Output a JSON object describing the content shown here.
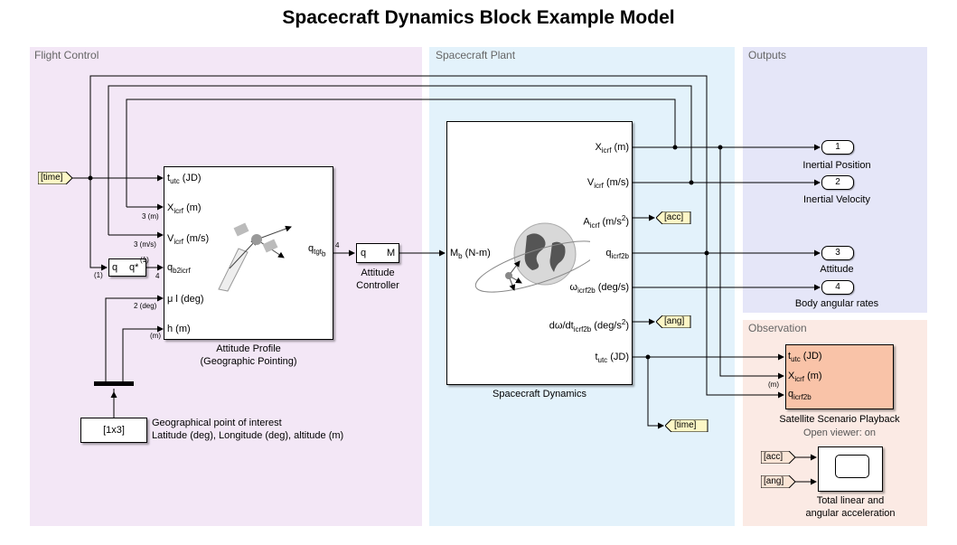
{
  "title": "Spacecraft Dynamics Block Example Model",
  "areas": {
    "flight_control": {
      "label": "Flight Control",
      "color": "#f3e7f6"
    },
    "plant": {
      "label": "Spacecraft Plant",
      "color": "#e3f2fb"
    },
    "outputs": {
      "label": "Outputs",
      "color": "#e5e6f8"
    },
    "observation": {
      "label": "Observation",
      "color": "#fbeae4"
    }
  },
  "time_tag": "[time]",
  "quat_block": {
    "in": "q",
    "out": "q*"
  },
  "attitude_profile": {
    "caption1": "Attitude Profile",
    "caption2": "(Geographic Pointing)",
    "ports": {
      "t_base": "t",
      "t_sub": "utc",
      "t_unit": " (JD)",
      "x_base": "X",
      "x_sub": "icrf",
      "x_unit": " (m)",
      "v_base": "V",
      "v_sub": "icrf",
      "v_unit": " (m/s)",
      "q_base": "q",
      "q_sub": "b2icrf",
      "mu": "μ l (deg)",
      "h": "h (m)",
      "out_base": "q",
      "out_sub": "tgt",
      "out_subsub": "b"
    }
  },
  "signal_labels": {
    "s3m": "3 (m)",
    "s3ms": "3 (m/s)",
    "s1a": "(1)",
    "s1b": "(1)",
    "s4a": "4",
    "s2deg": "2 (deg)",
    "sm": "(m)",
    "s4b": "4",
    "sm2": "(m)"
  },
  "controller": {
    "in": "q",
    "out": "M",
    "caption1": "Attitude",
    "caption2": "Controller"
  },
  "constant": {
    "value": "[1x3]",
    "desc1": "Geographical point of interest",
    "desc2": "Latitude (deg), Longitude (deg), altitude (m)"
  },
  "dynamics": {
    "caption": "Spacecraft Dynamics",
    "in_base": "M",
    "in_sub": "b",
    "in_unit": " (N-m)",
    "x_base": "X",
    "x_sub": "icrf",
    "x_unit": " (m)",
    "v_base": "V",
    "v_sub": "icrf",
    "v_unit": " (m/s)",
    "a_base": "A",
    "a_sub": "icrf",
    "a_unit": " (m/s",
    "a_sup": "2",
    "a_close": ")",
    "q_base": "q",
    "q_sub": "icrf2b",
    "w_base": "ω",
    "w_sub": "icrf2b",
    "w_unit": " (deg/s)",
    "dw_base": "dω/dt",
    "dw_sub": "icrf2b",
    "dw_unit": " (deg/s",
    "dw_sup": "2",
    "dw_close": ")",
    "t_base": "t",
    "t_sub": "utc",
    "t_unit": " (JD)"
  },
  "goto_tags": {
    "acc": "[acc]",
    "ang": "[ang]",
    "time": "[time]"
  },
  "outports": [
    {
      "num": "1",
      "name": "Inertial Position"
    },
    {
      "num": "2",
      "name": "Inertial Velocity"
    },
    {
      "num": "3",
      "name": "Attitude"
    },
    {
      "num": "4",
      "name": "Body angular rates"
    }
  ],
  "playback": {
    "t_base": "t",
    "t_sub": "utc",
    "t_unit": " (JD)",
    "x_base": "X",
    "x_sub": "icrf",
    "x_unit": " (m)",
    "q_base": "q",
    "q_sub": "icrf2b",
    "caption": "Satellite Scenario Playback",
    "status": "Open viewer: on",
    "fill": "#f9c3a8"
  },
  "scope": {
    "in1": "[acc]",
    "in2": "[ang]",
    "caption1": "Total linear and",
    "caption2": "angular acceleration"
  },
  "colors": {
    "tag_fill": "#fdf7c6",
    "wire": "#000000"
  }
}
